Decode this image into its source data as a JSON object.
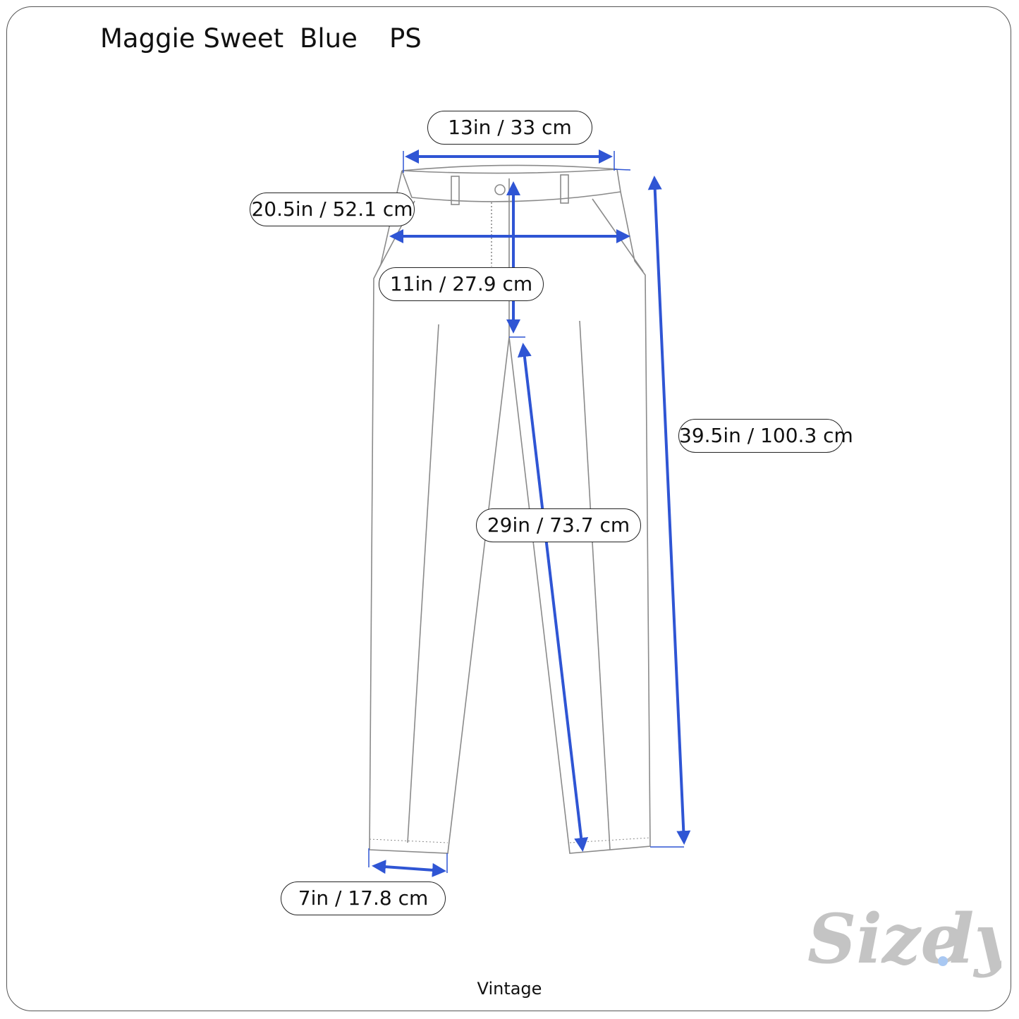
{
  "header": {
    "brand": "Maggie Sweet",
    "color": "Blue",
    "size": "PS"
  },
  "measurements": {
    "waist": "13in / 33 cm",
    "hip": "20.5in / 52.1 cm",
    "rise": "11in / 27.9 cm",
    "length": "39.5in / 100.3 cm",
    "inseam": "29in / 73.7 cm",
    "leg_opening": "7in / 17.8 cm"
  },
  "footer": {
    "category": "Vintage"
  },
  "logo": {
    "text": "Size.ly"
  },
  "colors": {
    "arrow": "#2f55d4",
    "outline": "#8a8a8a",
    "logo": "#c4c4c4",
    "logo_dot": "#a9c8f2"
  }
}
